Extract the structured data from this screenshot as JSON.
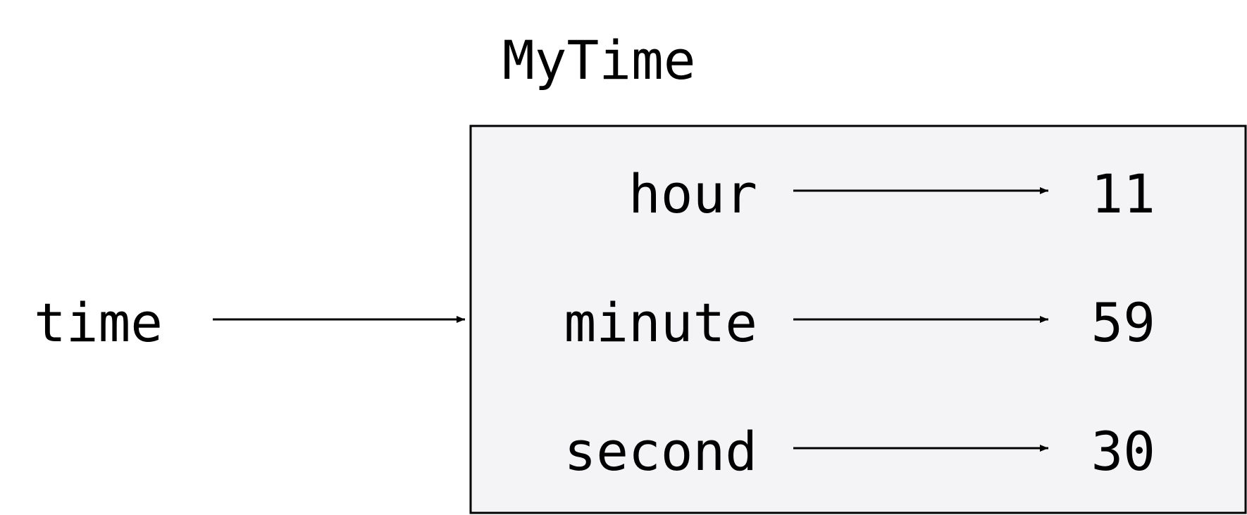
{
  "diagram": {
    "class_name": "MyTime",
    "variable_name": "time",
    "fields": [
      {
        "name": "hour",
        "value": "11"
      },
      {
        "name": "minute",
        "value": "59"
      },
      {
        "name": "second",
        "value": "30"
      }
    ]
  },
  "colors": {
    "box_fill": "#f4f4f6",
    "stroke": "#000000"
  }
}
